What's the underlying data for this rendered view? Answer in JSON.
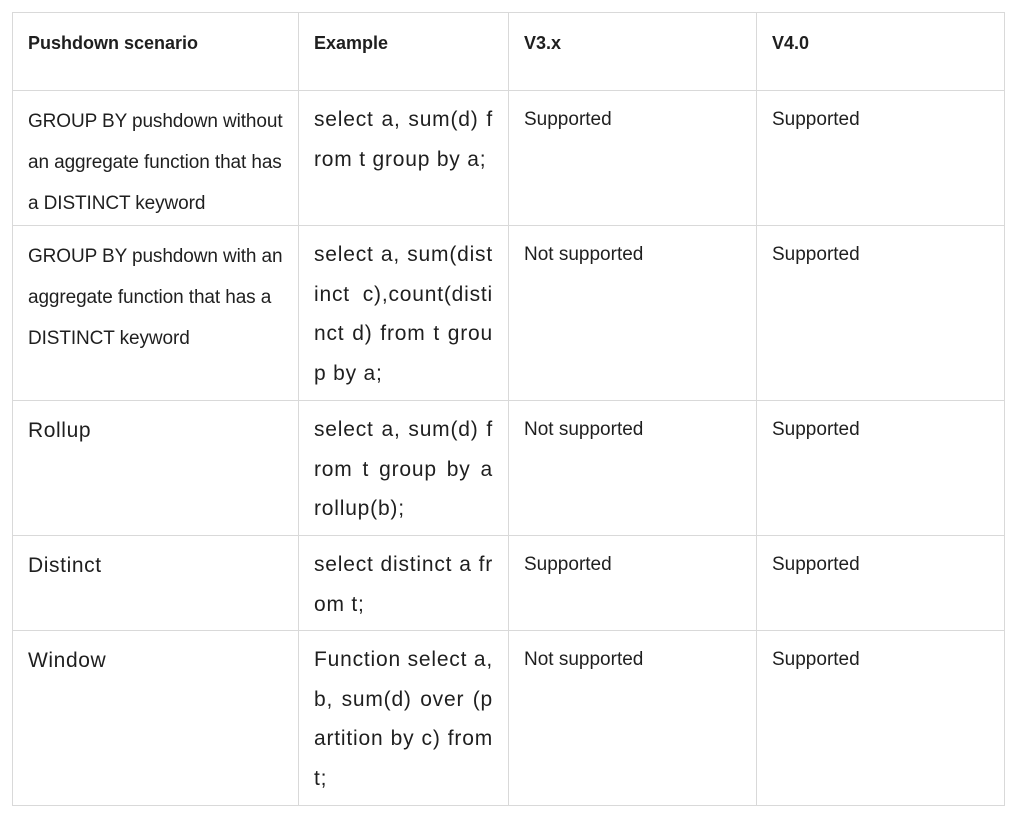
{
  "table": {
    "headers": [
      "Pushdown scenario",
      "Example",
      "V3.x",
      "V4.0"
    ],
    "rows": [
      {
        "scenario": "GROUP BY pushdown without an aggregate function that has a DISTINCT keyword",
        "example": "select a, sum(d) from t group by a;",
        "v3": "Supported",
        "v4": "Supported"
      },
      {
        "scenario": "GROUP BY pushdown with an aggregate function that has a DISTINCT keyword",
        "example": "select a, sum(distinct c),count(distinct d) from t group by a;",
        "v3": "Not supported",
        "v4": "Supported"
      },
      {
        "scenario": "Rollup",
        "example": "select a, sum(d) from t group by a rollup(b);",
        "v3": "Not supported",
        "v4": "Supported"
      },
      {
        "scenario": "Distinct",
        "example": "select distinct a from t;",
        "v3": "Supported",
        "v4": "Supported"
      },
      {
        "scenario": "Window",
        "example": "Function select a, b, sum(d) over (partition by c) from t;",
        "v3": "Not supported",
        "v4": "Supported"
      }
    ]
  }
}
